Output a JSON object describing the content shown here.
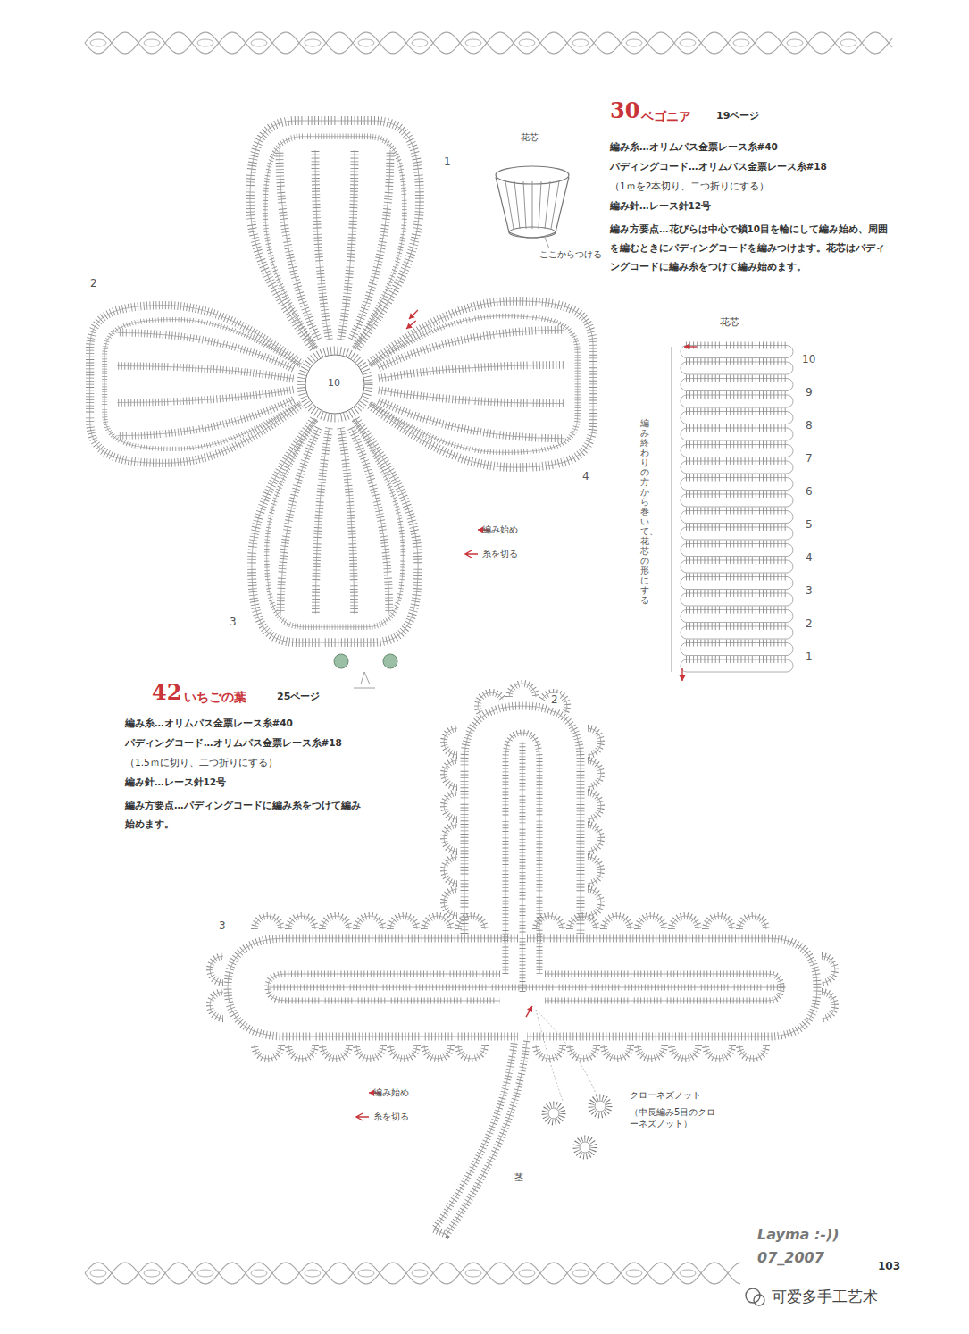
{
  "diagram": {
    "labels": [
      "30",
      "ベゴニア",
      "19ページ",
      "編み糸…オリムパス金票レース糸#40",
      "パディングコード…オリムパス金票レース糸#18",
      "（1ｍを2本切り、二つ折りにする）",
      "編み針…レース針12号",
      "編み方要点…花びらは中心で鎖10目を輪にして編み始め、周囲を編むときにパディングコードを編みつけます。花芯はパディングコードに編み糸をつけて編み始めます。",
      "花芯",
      "ここからつける",
      "1",
      "2",
      "3",
      "4",
      "10",
      "花芯",
      "1",
      "2",
      "3",
      "4",
      "5",
      "6",
      "7",
      "8",
      "9",
      "10",
      "編み終わりの方から巻いて、花芯の形にする",
      "42",
      "いちごの葉",
      "25ページ",
      "編み糸…オリムパス金票レース糸#40",
      "パディングコード…オリムパス金票レース糸#18",
      "（1.5ｍに切り、二つ折りにする）",
      "編み針…レース針12号",
      "編み方要点…パディングコードに編み糸をつけて編み始めます。",
      "2",
      "3",
      "クローネズノット",
      "（中長編み5目のクローネズノット）",
      "茎",
      "Layma :-))",
      "07_2007",
      "103",
      "可爱多手工艺术"
    ],
    "legend": [
      {
        "text": "編み始め"
      },
      {
        "text": "糸を切る"
      },
      {
        "text": "編み始め"
      },
      {
        "text": "糸を切る"
      }
    ]
  }
}
